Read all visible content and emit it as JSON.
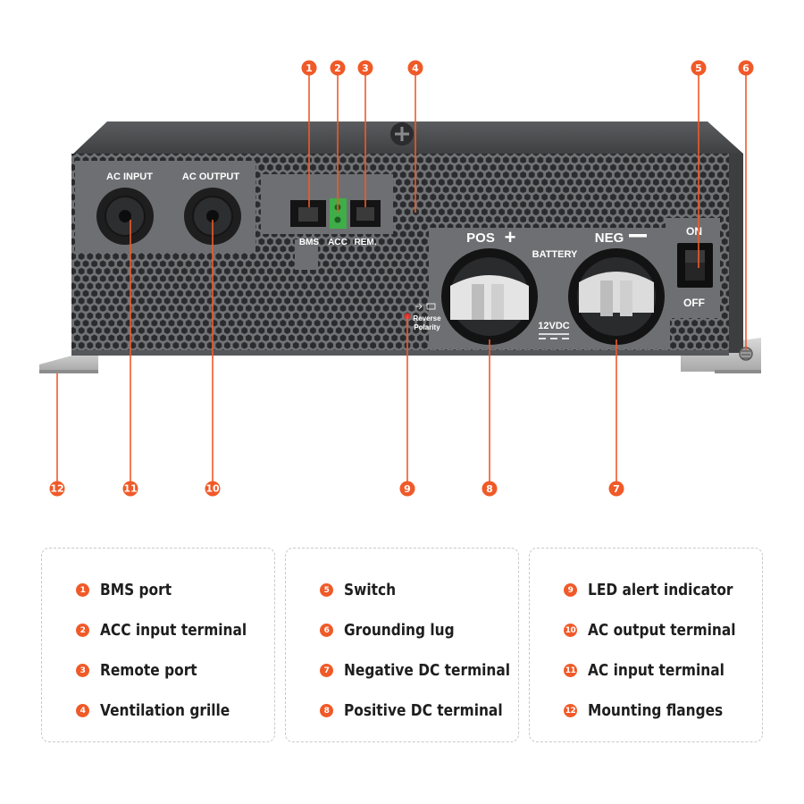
{
  "panel": {
    "ac_input": "AC INPUT",
    "ac_output": "AC OUTPUT",
    "bms": "BMS",
    "acc": "ACC",
    "rem": "REM.",
    "pos": "POS",
    "neg": "NEG",
    "battery": "BATTERY",
    "voltage": "12VDC",
    "on": "ON",
    "off": "OFF",
    "reverse": "Reverse",
    "polarity": "Polarity"
  },
  "callouts": [
    "1",
    "2",
    "3",
    "4",
    "5",
    "6",
    "7",
    "8",
    "9",
    "10",
    "11",
    "12"
  ],
  "legend": [
    [
      {
        "num": "1",
        "label": "BMS port"
      },
      {
        "num": "2",
        "label": "ACC input terminal"
      },
      {
        "num": "3",
        "label": "Remote port"
      },
      {
        "num": "4",
        "label": "Ventilation grille"
      }
    ],
    [
      {
        "num": "5",
        "label": "Switch"
      },
      {
        "num": "6",
        "label": "Grounding lug"
      },
      {
        "num": "7",
        "label": "Negative DC terminal"
      },
      {
        "num": "8",
        "label": "Positive DC terminal"
      }
    ],
    [
      {
        "num": "9",
        "label": "LED alert indicator"
      },
      {
        "num": "10",
        "label": "AC output terminal"
      },
      {
        "num": "11",
        "label": "AC input terminal"
      },
      {
        "num": "12",
        "label": "Mounting flanges"
      }
    ]
  ],
  "colors": {
    "accent": "#f05a28",
    "panel": "#6e7073",
    "panel_dark": "#4a4b4d",
    "text": "#1e1e1e"
  }
}
